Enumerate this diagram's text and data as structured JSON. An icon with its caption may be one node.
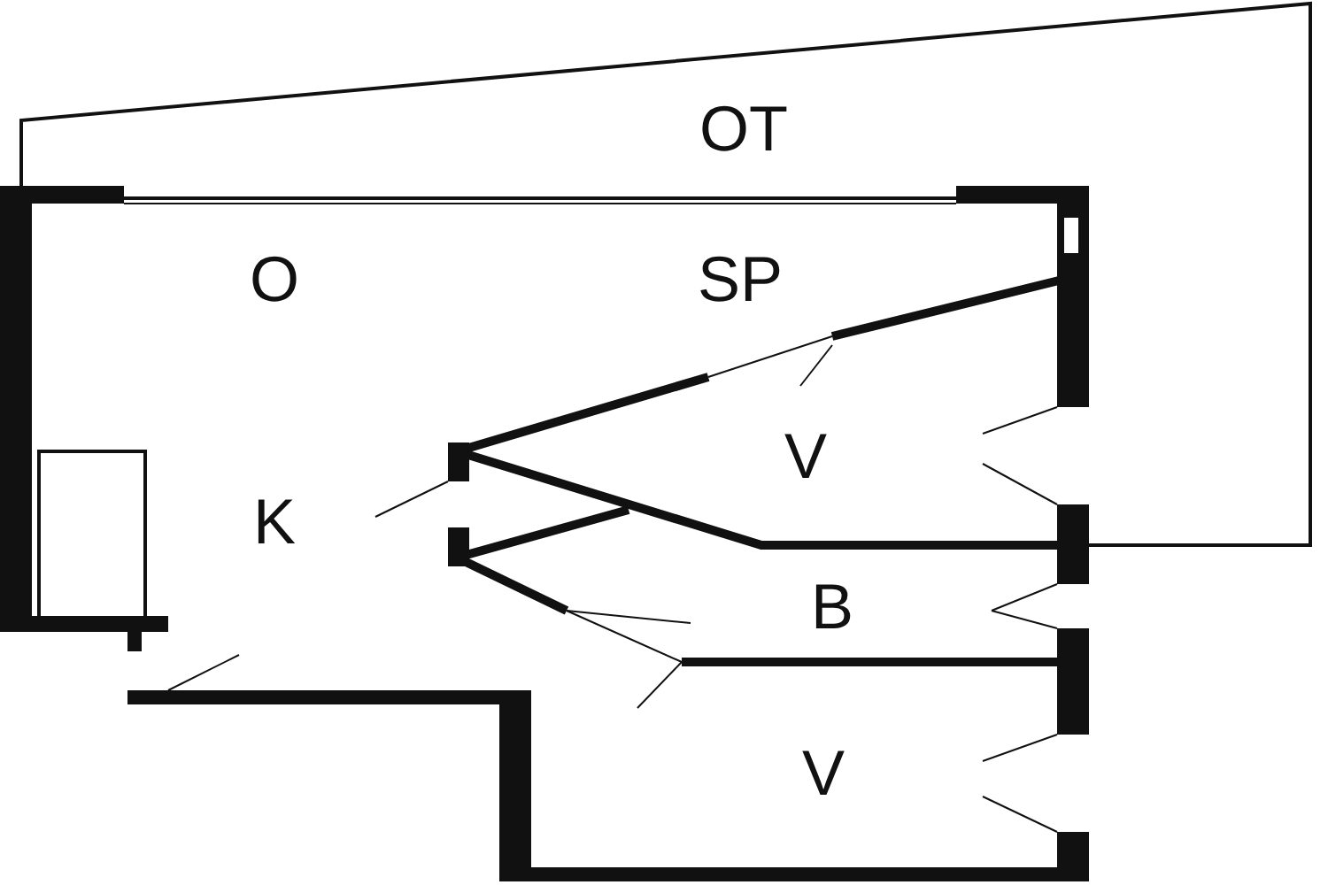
{
  "diagram": {
    "labels": [
      "OT",
      "O",
      "SP",
      "K",
      "V",
      "B",
      "V"
    ]
  }
}
